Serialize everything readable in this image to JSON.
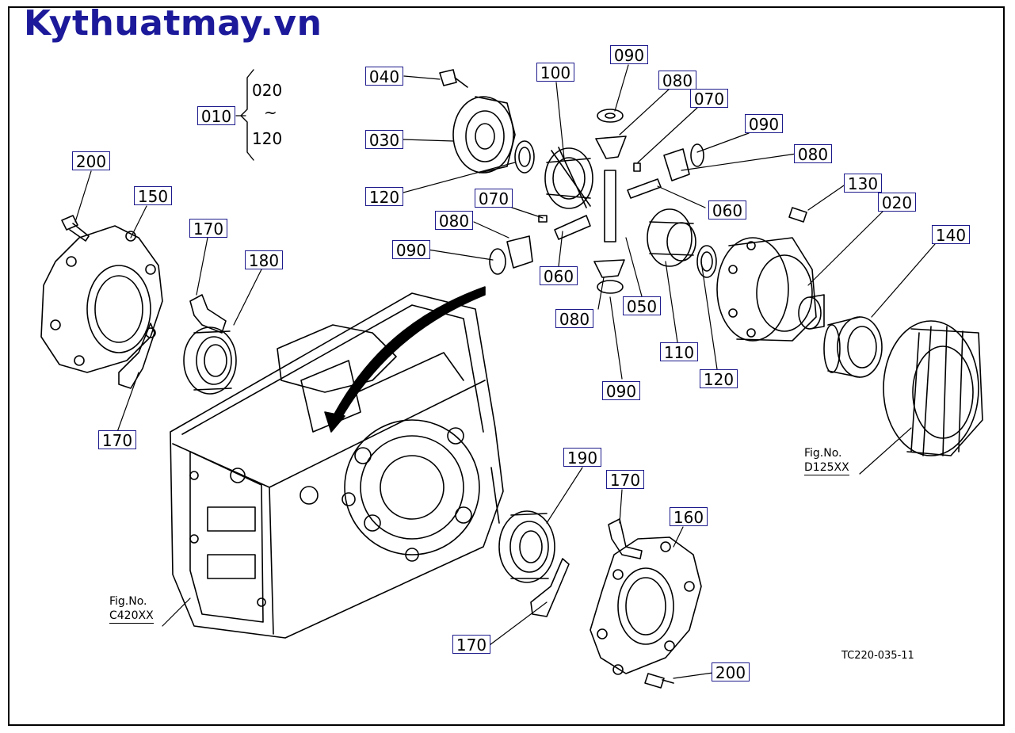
{
  "watermark": "Kythuatmay.vn",
  "reference_code": "TC220-035-11",
  "range_note": {
    "from": "020",
    "sep": "~",
    "to": "120"
  },
  "figure_refs": [
    {
      "line1": "Fig.No.",
      "line2": "C420XX"
    },
    {
      "line1": "Fig.No.",
      "line2": "D125XX"
    }
  ],
  "part_labels": [
    {
      "id": "010",
      "text": "010"
    },
    {
      "id": "040",
      "text": "040"
    },
    {
      "id": "030",
      "text": "030"
    },
    {
      "id": "120a",
      "text": "120"
    },
    {
      "id": "100",
      "text": "100"
    },
    {
      "id": "090a",
      "text": "090"
    },
    {
      "id": "080a",
      "text": "080"
    },
    {
      "id": "070a",
      "text": "070"
    },
    {
      "id": "090b",
      "text": "090"
    },
    {
      "id": "080b",
      "text": "080"
    },
    {
      "id": "060a",
      "text": "060"
    },
    {
      "id": "130",
      "text": "130"
    },
    {
      "id": "020",
      "text": "020"
    },
    {
      "id": "140",
      "text": "140"
    },
    {
      "id": "070b",
      "text": "070"
    },
    {
      "id": "080c",
      "text": "080"
    },
    {
      "id": "090c",
      "text": "090"
    },
    {
      "id": "060b",
      "text": "060"
    },
    {
      "id": "080d",
      "text": "080"
    },
    {
      "id": "050",
      "text": "050"
    },
    {
      "id": "110",
      "text": "110"
    },
    {
      "id": "120b",
      "text": "120"
    },
    {
      "id": "090d",
      "text": "090"
    },
    {
      "id": "200a",
      "text": "200"
    },
    {
      "id": "150",
      "text": "150"
    },
    {
      "id": "170a",
      "text": "170"
    },
    {
      "id": "180",
      "text": "180"
    },
    {
      "id": "170b",
      "text": "170"
    },
    {
      "id": "190",
      "text": "190"
    },
    {
      "id": "170c",
      "text": "170"
    },
    {
      "id": "160",
      "text": "160"
    },
    {
      "id": "170d",
      "text": "170"
    },
    {
      "id": "200b",
      "text": "200"
    }
  ]
}
